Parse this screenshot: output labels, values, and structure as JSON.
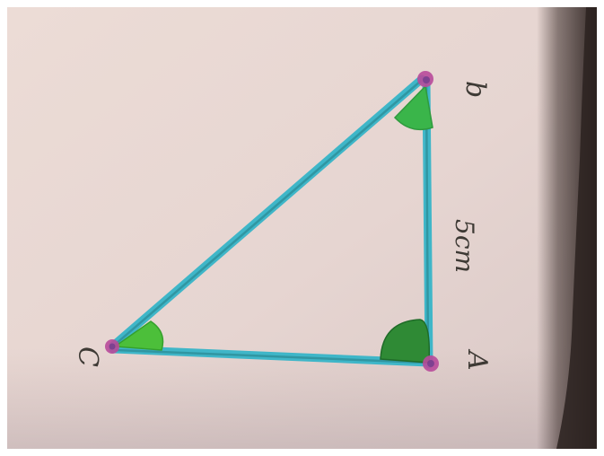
{
  "photo": {
    "paper_color": "#e6d6d2",
    "shadow_color": "#3a2d2a",
    "line_color": "#3fb6c8",
    "line_core_color": "#2a7f88",
    "angle_color": "#39b54a",
    "vertex_color": "#b84a9a",
    "ink_color": "#3e3a35"
  },
  "labels": {
    "vertex_a": "A",
    "vertex_b": "b",
    "vertex_c": "C",
    "side_ab_length": "5cm"
  }
}
